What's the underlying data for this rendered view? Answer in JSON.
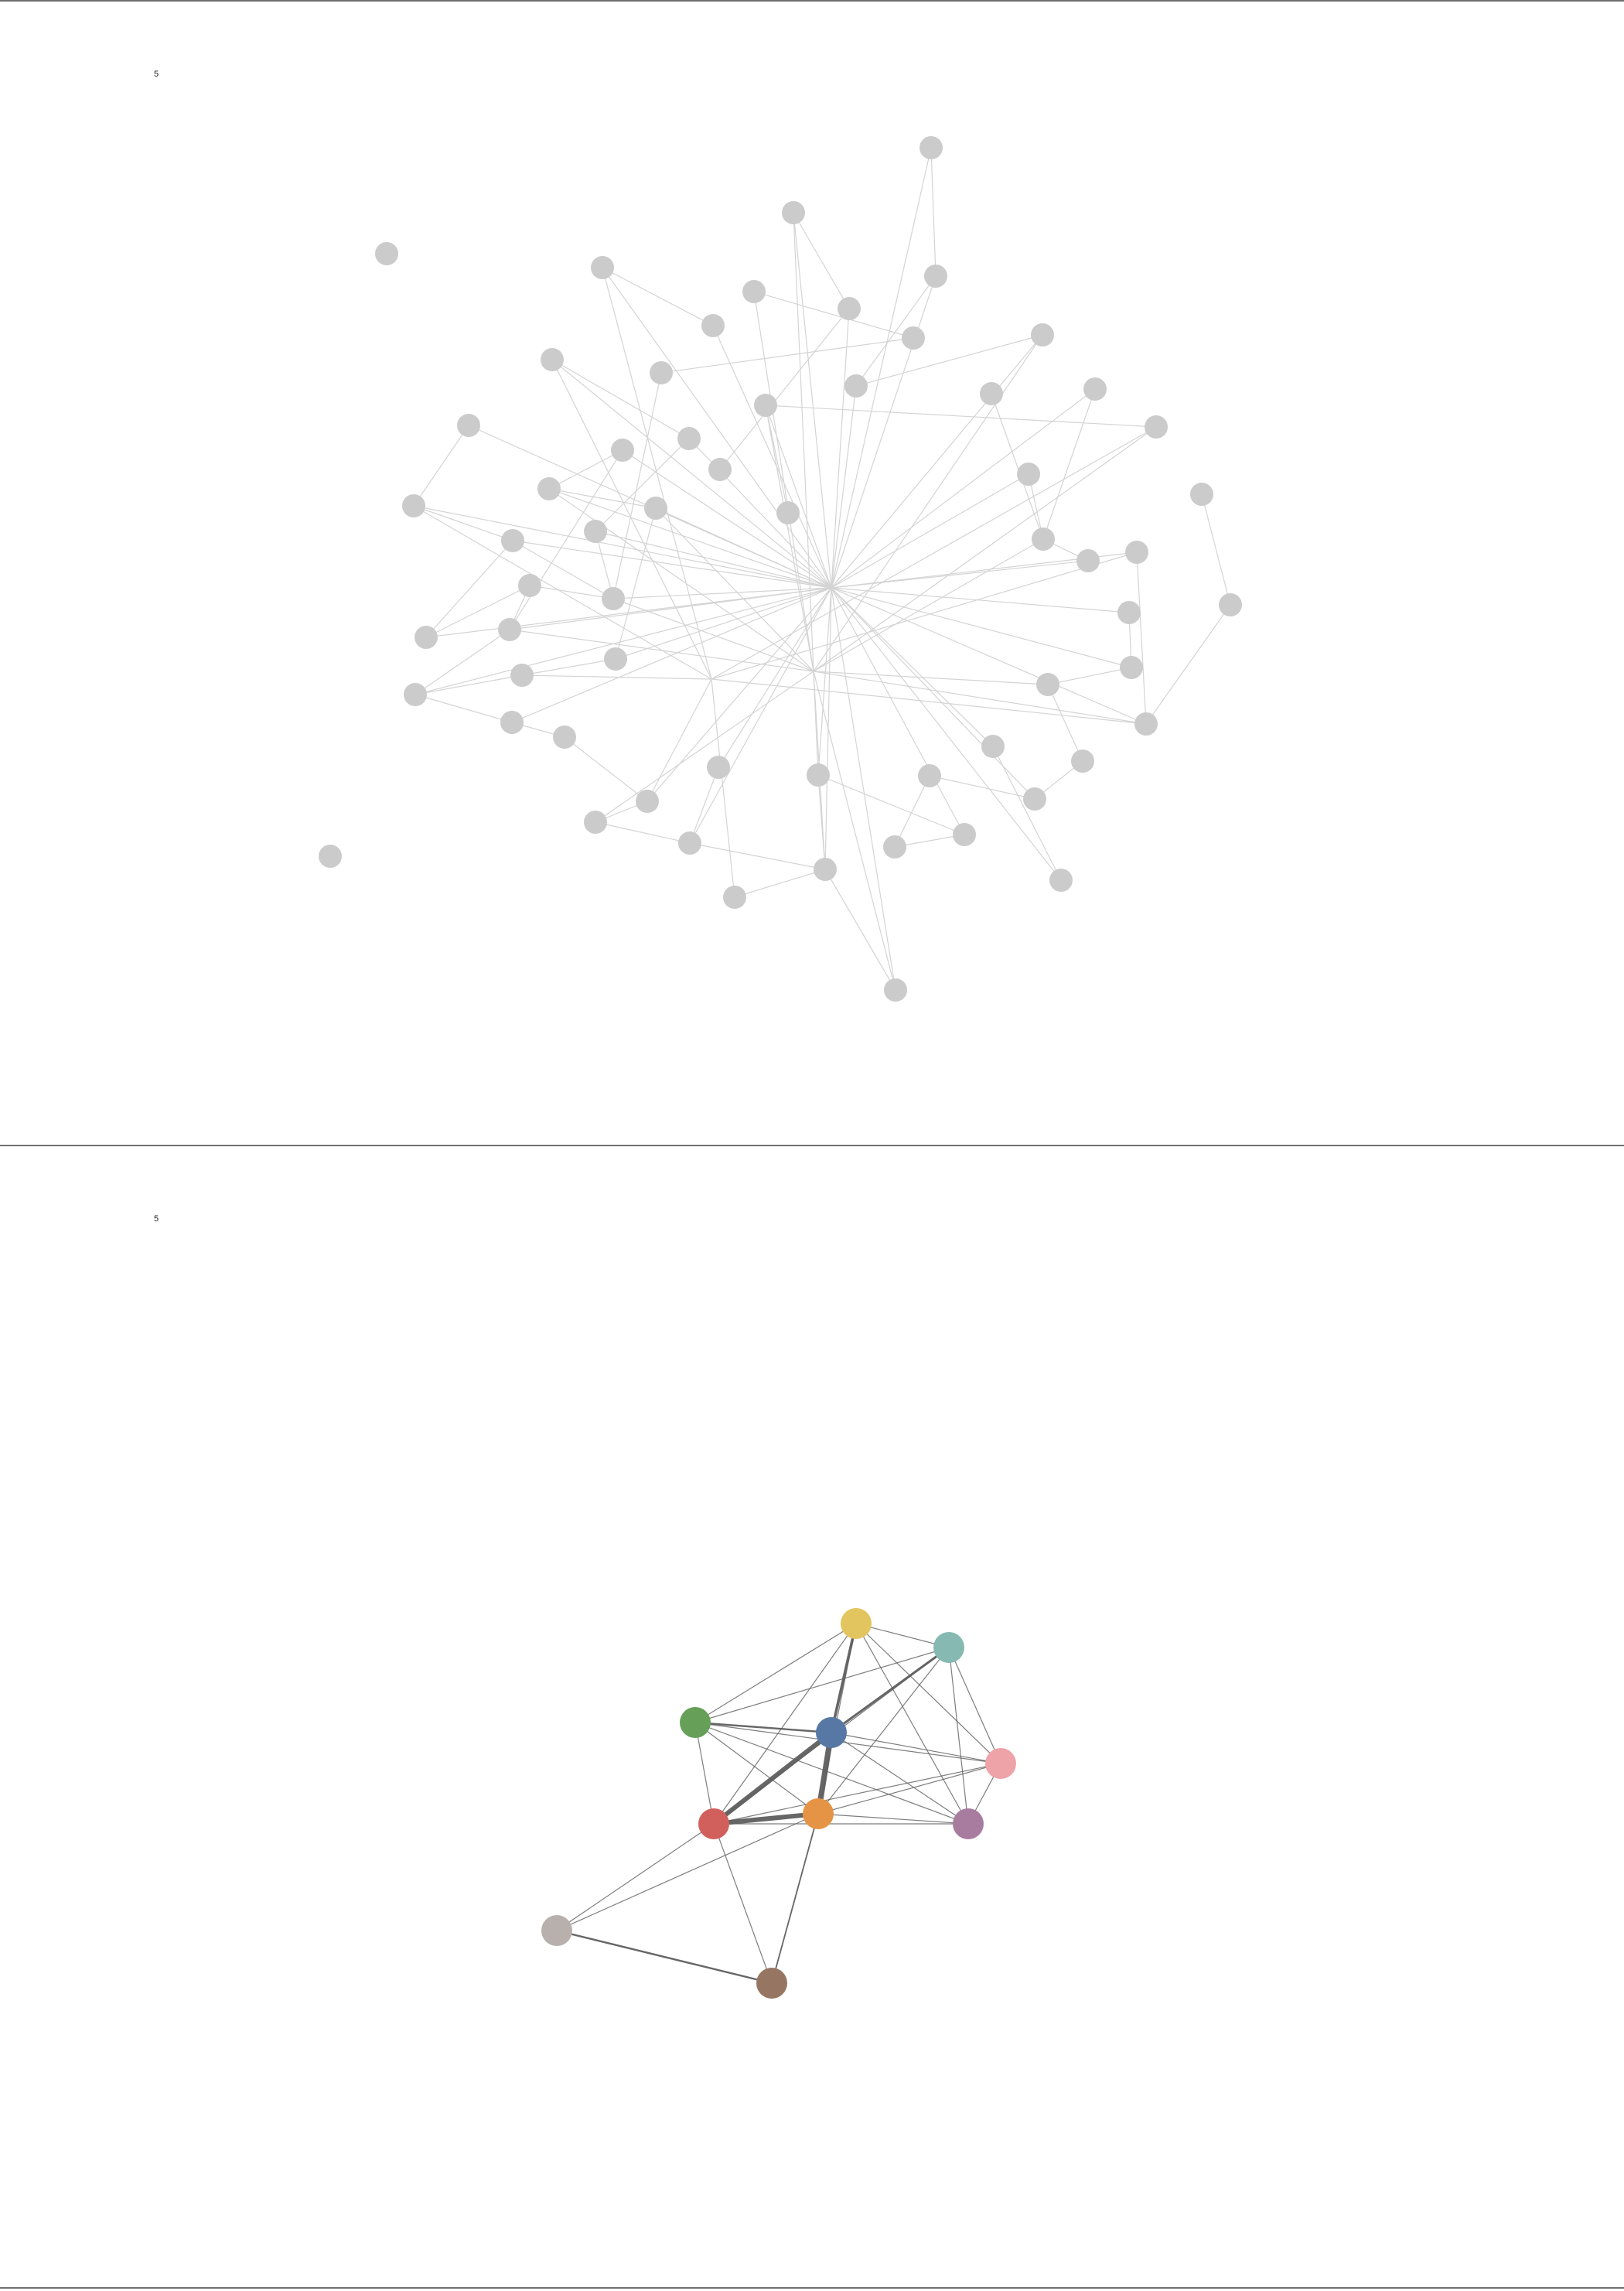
{
  "panels": [
    {
      "label": "5"
    },
    {
      "label": "5"
    }
  ],
  "colors": {
    "gray_node": "#cbcbcb",
    "gray_edge": "#d4d4d4",
    "dark_edge": "#5e5e5e",
    "rule": "#6f6f6f"
  },
  "communities": [
    {
      "id": "yellow",
      "color": "#e3c55f"
    },
    {
      "id": "teal",
      "color": "#86b9b2"
    },
    {
      "id": "green",
      "color": "#669f58"
    },
    {
      "id": "blue",
      "color": "#5778a4"
    },
    {
      "id": "pink",
      "color": "#eea3a9"
    },
    {
      "id": "red",
      "color": "#d1605d"
    },
    {
      "id": "orange",
      "color": "#e49444"
    },
    {
      "id": "purple",
      "color": "#a87c9f"
    },
    {
      "id": "gray",
      "color": "#b8b0ac"
    },
    {
      "id": "brown",
      "color": "#967662"
    }
  ],
  "community_links": [
    {
      "a": "yellow",
      "b": "teal",
      "weight": 1
    },
    {
      "a": "yellow",
      "b": "green",
      "weight": 1
    },
    {
      "a": "yellow",
      "b": "blue",
      "weight": 3
    },
    {
      "a": "yellow",
      "b": "red",
      "weight": 1
    },
    {
      "a": "yellow",
      "b": "orange",
      "weight": 1
    },
    {
      "a": "yellow",
      "b": "pink",
      "weight": 1
    },
    {
      "a": "yellow",
      "b": "purple",
      "weight": 1
    },
    {
      "a": "teal",
      "b": "green",
      "weight": 1
    },
    {
      "a": "teal",
      "b": "blue",
      "weight": 2.5
    },
    {
      "a": "teal",
      "b": "pink",
      "weight": 1
    },
    {
      "a": "teal",
      "b": "purple",
      "weight": 1
    },
    {
      "a": "teal",
      "b": "red",
      "weight": 1
    },
    {
      "a": "teal",
      "b": "orange",
      "weight": 1
    },
    {
      "a": "green",
      "b": "blue",
      "weight": 2
    },
    {
      "a": "green",
      "b": "red",
      "weight": 1
    },
    {
      "a": "green",
      "b": "orange",
      "weight": 1
    },
    {
      "a": "green",
      "b": "purple",
      "weight": 1
    },
    {
      "a": "green",
      "b": "pink",
      "weight": 1
    },
    {
      "a": "blue",
      "b": "red",
      "weight": 5
    },
    {
      "a": "blue",
      "b": "orange",
      "weight": 6
    },
    {
      "a": "blue",
      "b": "pink",
      "weight": 1
    },
    {
      "a": "blue",
      "b": "purple",
      "weight": 1
    },
    {
      "a": "red",
      "b": "orange",
      "weight": 5
    },
    {
      "a": "red",
      "b": "purple",
      "weight": 1
    },
    {
      "a": "red",
      "b": "pink",
      "weight": 1
    },
    {
      "a": "red",
      "b": "gray",
      "weight": 1
    },
    {
      "a": "red",
      "b": "brown",
      "weight": 1
    },
    {
      "a": "orange",
      "b": "purple",
      "weight": 1
    },
    {
      "a": "orange",
      "b": "pink",
      "weight": 1
    },
    {
      "a": "orange",
      "b": "gray",
      "weight": 1
    },
    {
      "a": "orange",
      "b": "brown",
      "weight": 1.5
    },
    {
      "a": "purple",
      "b": "pink",
      "weight": 1
    },
    {
      "a": "gray",
      "b": "brown",
      "weight": 2
    }
  ]
}
